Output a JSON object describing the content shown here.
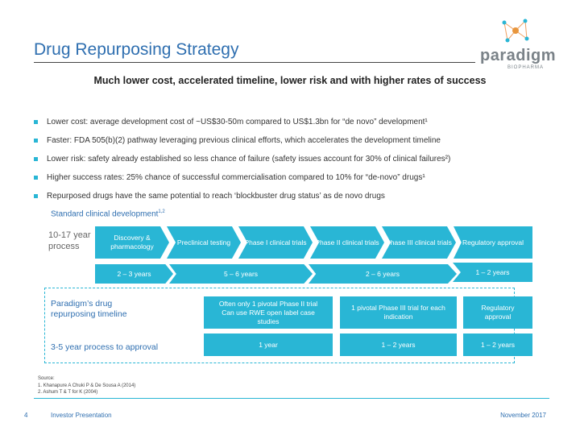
{
  "header": {
    "title": "Drug Repurposing Strategy",
    "logo_word": "paradigm",
    "logo_sub": "BIOPHARMA"
  },
  "subtitle": "Much lower cost, accelerated timeline, lower risk and with higher rates of success",
  "bullets": [
    "Lower cost: average development cost of ~US$30-50m compared to US$1.3bn for “de novo” development¹",
    "Faster: FDA 505(b)(2) pathway leveraging previous clinical efforts, which accelerates the development timeline",
    "Lower risk: safety already established so less chance of failure (safety issues account for 30% of clinical failures²)",
    "Higher success rates: 25% chance of successful commercialisation compared to 10% for “de-novo” drugs¹",
    "Repurposed drugs have the same potential to reach ‘blockbuster drug status’ as de novo drugs"
  ],
  "standard": {
    "label": "Standard clinical development",
    "label_sup": "1,2",
    "years": "10-17 year process",
    "phases": [
      "Discovery & pharmacology",
      "Preclinical testing",
      "Phase I clinical trials",
      "Phase II clinical trials",
      "Phase III clinical trials",
      "Regulatory approval"
    ],
    "durations": [
      "2 – 3 years",
      "5 – 6 years",
      "2 – 6 years",
      "1 – 2 years"
    ]
  },
  "paradigm": {
    "label": "Paradigm’s drug repurposing timeline",
    "process": "3-5 year process to approval",
    "phases": [
      "Often only 1 pivotal Phase II trial Can use RWE open label case studies",
      "1 pivotal Phase III trial for each indication",
      "Regulatory approval"
    ],
    "durations": [
      "1 year",
      "1 – 2 years",
      "1 – 2 years"
    ]
  },
  "source": {
    "heading": "Source:",
    "lines": [
      "1.   Khanapure A Chuki P & De Sousa A (2014)",
      "2.   Ashum T & T for K (2004)"
    ]
  },
  "footer": {
    "page": "4",
    "title": "Investor Presentation",
    "date": "November 2017"
  },
  "colors": {
    "accent": "#29b6d5",
    "title": "#2f6fb0"
  }
}
